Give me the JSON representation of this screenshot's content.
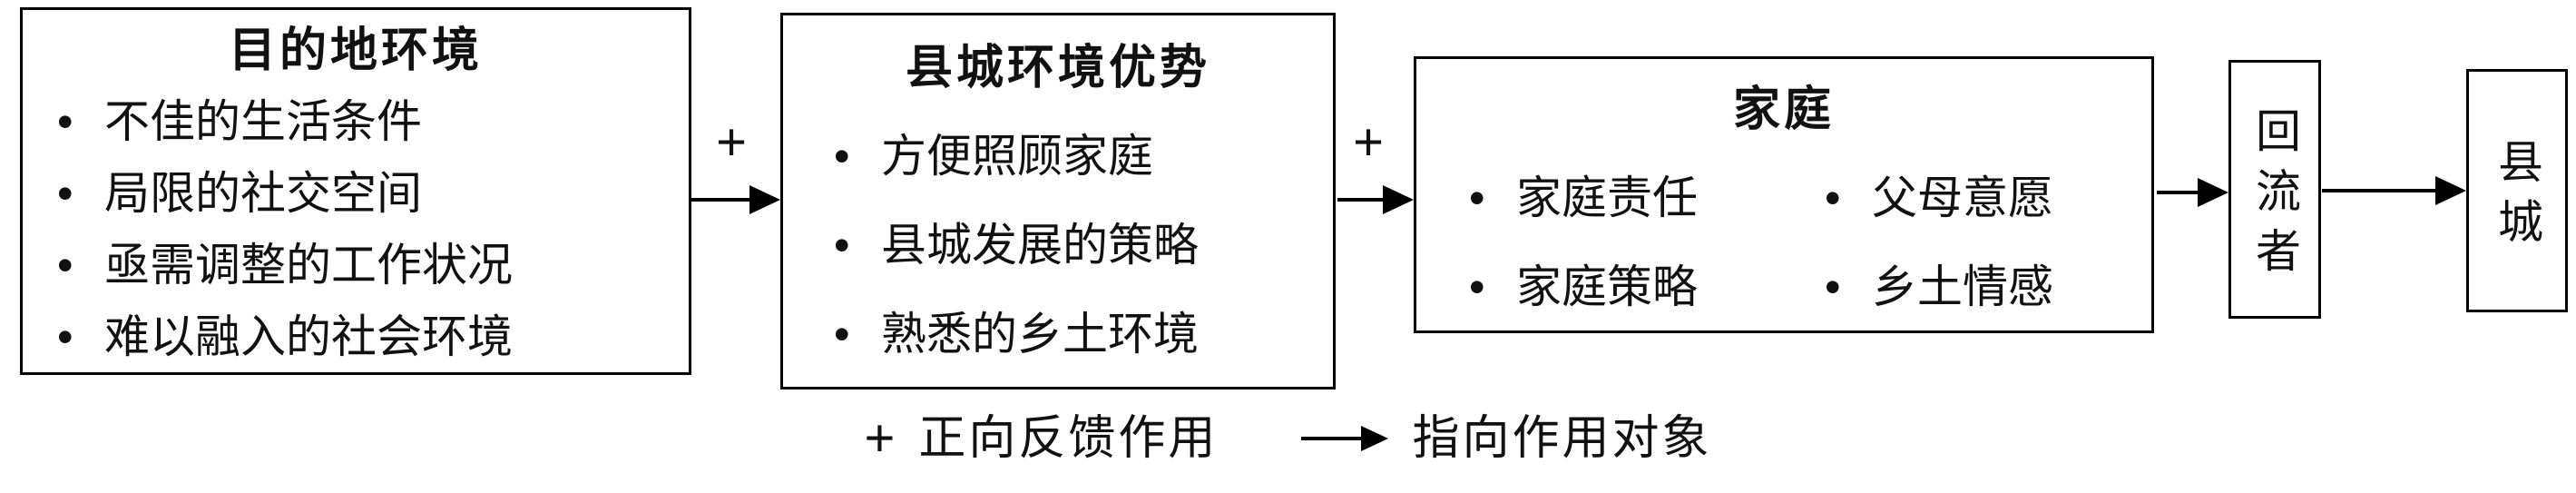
{
  "ui": {
    "bullet": "•"
  },
  "diagram": {
    "boxes": [
      {
        "title": "目的地环境",
        "items": [
          "不佳的生活条件",
          "局限的社交空间",
          "亟需调整的工作状况",
          "难以融入的社会环境"
        ]
      },
      {
        "title": "县城环境优势",
        "items": [
          "方便照顾家庭",
          "县城发展的策略",
          "熟悉的乡土环境"
        ]
      },
      {
        "title": "家庭",
        "items": [
          "家庭责任",
          "父母意愿",
          "家庭策略",
          "乡土情感"
        ]
      },
      {
        "title": "回流者",
        "items": []
      },
      {
        "title": "县城",
        "items": []
      }
    ],
    "connectors": [
      {
        "from": "目的地环境",
        "to": "县城环境优势",
        "label": "+"
      },
      {
        "from": "县城环境优势",
        "to": "家庭",
        "label": "+"
      },
      {
        "from": "家庭",
        "to": "回流者",
        "label": ""
      },
      {
        "from": "回流者",
        "to": "县城",
        "label": ""
      }
    ],
    "legend": [
      {
        "symbol": "+",
        "label": "正向反馈作用"
      },
      {
        "symbol": "→",
        "label": "指向作用对象"
      }
    ],
    "colors": {
      "border": "#000000",
      "background": "#ffffff",
      "text": "#111111"
    }
  }
}
